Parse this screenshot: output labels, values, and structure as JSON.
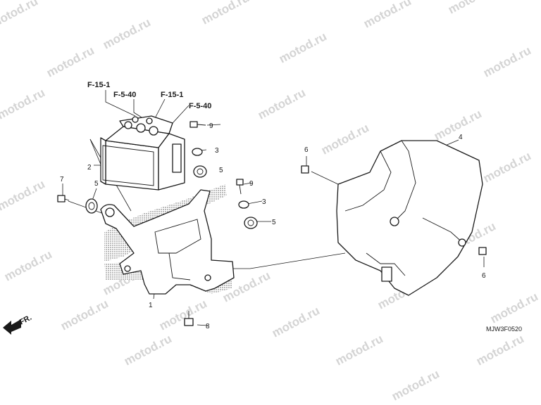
{
  "watermark": "motod.ru",
  "drawing_code": "MJW3F0520",
  "direction_marker": "FR.",
  "callouts": [
    "F-15-1",
    "F-5-40",
    "F-15-1",
    "F-5-40"
  ],
  "part_numbers": {
    "p1": "1",
    "p2": "2",
    "p3a": "3",
    "p3b": "3",
    "p4": "4",
    "p5a": "5",
    "p5b": "5",
    "p5c": "5",
    "p6a": "6",
    "p6b": "6",
    "p7": "7",
    "p8": "8",
    "p9a": "9",
    "p9b": "9"
  }
}
